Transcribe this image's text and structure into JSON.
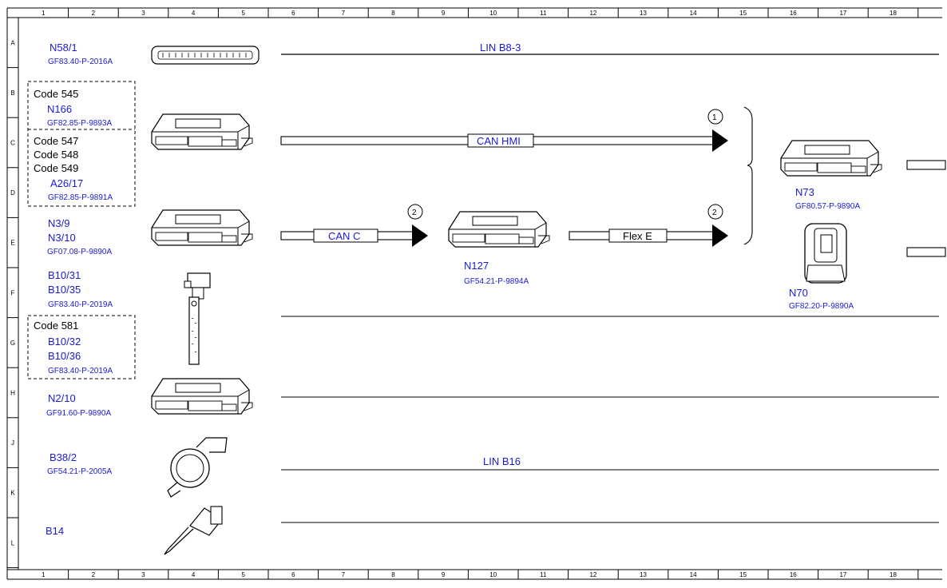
{
  "diagram": {
    "ruler_columns": [
      "1",
      "2",
      "3",
      "4",
      "5",
      "6",
      "7",
      "8",
      "9",
      "10",
      "11",
      "12",
      "13",
      "14",
      "15",
      "16",
      "17",
      "18"
    ],
    "ruler_rows": [
      "A",
      "B",
      "C",
      "D",
      "E",
      "F",
      "G",
      "H",
      "J",
      "K",
      "L"
    ],
    "components": {
      "n58_1": {
        "label": "N58/1",
        "code": "GF83.40-P-2016A"
      },
      "n166": {
        "option": "Code 545",
        "label": "N166",
        "code": "GF82.85-P-9893A"
      },
      "a26_17": {
        "options": [
          "Code 547",
          "Code 548",
          "Code 549"
        ],
        "label": "A26/17",
        "code": "GF82.85-P-9891A"
      },
      "n3": {
        "labels": [
          "N3/9",
          "N3/10"
        ],
        "code": "GF07.08-P-9890A"
      },
      "b10_a": {
        "labels": [
          "B10/31",
          "B10/35"
        ],
        "code": "GF83.40-P-2019A"
      },
      "b10_b": {
        "option": "Code 581",
        "labels": [
          "B10/32",
          "B10/36"
        ],
        "code": "GF83.40-P-2019A"
      },
      "n2_10": {
        "label": "N2/10",
        "code": "GF91.60-P-9890A"
      },
      "b38_2": {
        "label": "B38/2",
        "code": "GF54.21-P-2005A"
      },
      "b14": {
        "label": "B14"
      },
      "n127": {
        "label": "N127",
        "code": "GF54.21-P-9894A"
      },
      "n73": {
        "label": "N73",
        "code": "GF80.57-P-9890A"
      },
      "n70": {
        "label": "N70",
        "code": "GF82.20-P-9890A"
      }
    },
    "buses": {
      "lin_b8_3": "LIN B8-3",
      "can_hmi": "CAN HMI",
      "can_c": "CAN C",
      "flex_e": "Flex E",
      "lin_b16": "LIN B16"
    },
    "markers": {
      "hmi": "1",
      "can_c": "2",
      "flex_e": "2"
    },
    "colors": {
      "label": "#1a1ad6",
      "text": "#000000",
      "line": "#000000"
    }
  }
}
